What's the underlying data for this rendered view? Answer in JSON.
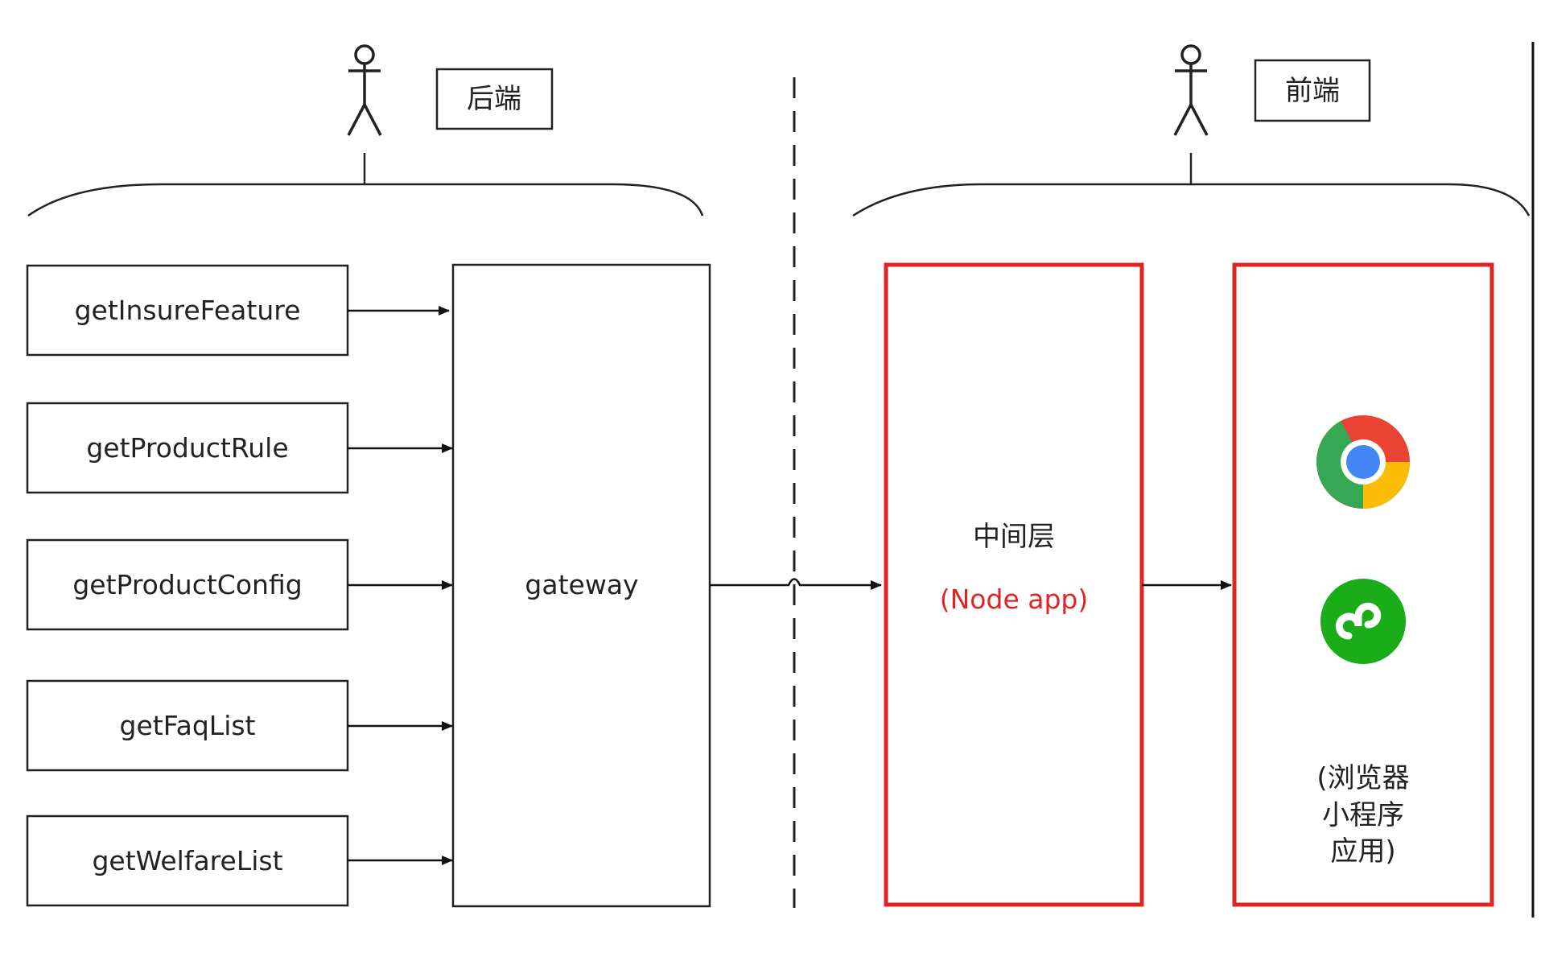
{
  "backend": {
    "label": "后端",
    "apis": [
      "getInsureFeature",
      "getProductRule",
      "getProductConfig",
      "getFaqList",
      "getWelfareList"
    ],
    "gateway_label": "gateway"
  },
  "frontend": {
    "label": "前端",
    "middle_layer": {
      "title": "中间层",
      "subtitle": "(Node app)",
      "accent": "#e02424"
    },
    "clients": {
      "icons": [
        "chrome-icon",
        "mini-program-icon"
      ],
      "caption_lines": [
        "(浏览器",
        "小程序",
        "应用)"
      ],
      "accent": "#e02424"
    }
  }
}
